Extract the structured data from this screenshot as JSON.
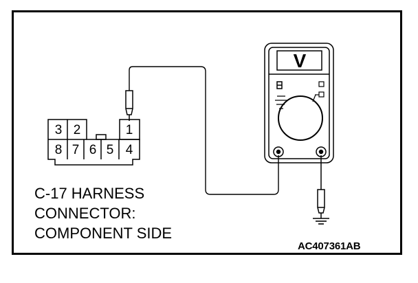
{
  "caption": {
    "line1": "C-17 HARNESS",
    "line2": "CONNECTOR:",
    "line3": "COMPONENT SIDE"
  },
  "ref_code": "AC407361AB",
  "connector": {
    "top_row": [
      "3",
      "2",
      "1"
    ],
    "bottom_row": [
      "8",
      "7",
      "6",
      "5",
      "4"
    ]
  },
  "meter": {
    "display_symbol": "V"
  },
  "icons": [
    "ground-icon",
    "test-probe-icon",
    "voltmeter-icon"
  ]
}
